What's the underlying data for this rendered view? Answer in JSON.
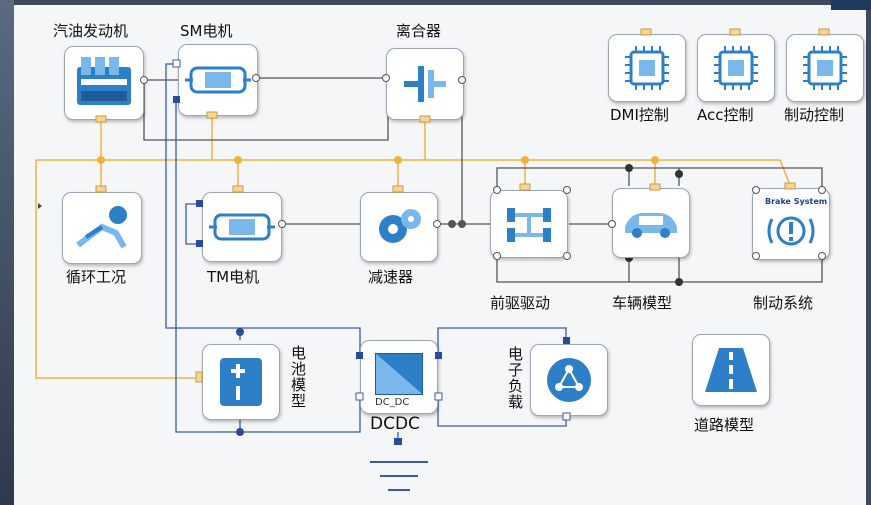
{
  "blocks": {
    "engine": {
      "label": "汽油发动机"
    },
    "sm_motor": {
      "label": "SM电机"
    },
    "clutch": {
      "label": "离合器"
    },
    "dmi_ctrl": {
      "label": "DMI控制"
    },
    "acc_ctrl": {
      "label": "Acc控制"
    },
    "brake_ctrl": {
      "label": "制动控制"
    },
    "cycle": {
      "label": "循环工况"
    },
    "tm_motor": {
      "label": "TM电机"
    },
    "reducer": {
      "label": "减速器"
    },
    "front_drive": {
      "label": "前驱驱动"
    },
    "vehicle": {
      "label": "车辆模型"
    },
    "brake_system": {
      "label": "制动系统",
      "inner_text": "Brake System"
    },
    "battery": {
      "label": "电池模型"
    },
    "dcdc": {
      "label": "DCDC",
      "inner_text": "DC_DC"
    },
    "e_load": {
      "label": "电子负载"
    },
    "road": {
      "label": "道路模型"
    }
  },
  "colors": {
    "signal_line": "#f0b43c",
    "mechanical_line": "#555555",
    "electrical_line": "#3a5aa8",
    "icon_blue": "#2d7fc8",
    "icon_light": "#7ab8ec"
  }
}
